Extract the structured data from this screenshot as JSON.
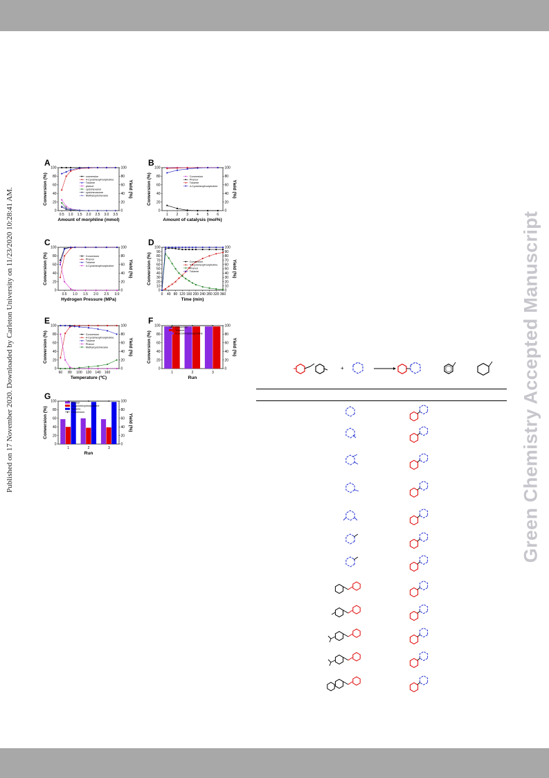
{
  "side_text": "Published on 17 November 2020. Downloaded by Carleton University on 11/23/2020 10:28:41 AM.",
  "watermark": "Green Chemistry Accepted Manuscript",
  "panels": [
    {
      "label": "A",
      "xlabel": "Amount of morphline (mmol)",
      "ylabel_left": "Conversion (%)",
      "ylabel_right": "Yield (%)",
      "xticks": [
        "0.5",
        "1.0",
        "1.5",
        "2.0",
        "2.5",
        "3.0",
        "3.5"
      ],
      "yticks": [
        "0",
        "20",
        "40",
        "60",
        "80",
        "100"
      ],
      "legend": [
        "conversion",
        "4-Cyclohexylmorpholine",
        "Toluene",
        "phenol",
        "cyclohexanol",
        "cyclohexanone",
        "Methylcyclohexane"
      ]
    },
    {
      "label": "B",
      "xlabel": "Amount of catalysis (mol%)",
      "ylabel_left": "Conversion (%)",
      "ylabel_right": "Yield (%)",
      "xticks": [
        "1",
        "2",
        "3",
        "4",
        "5",
        "6"
      ],
      "yticks": [
        "0",
        "20",
        "40",
        "60",
        "80",
        "100"
      ],
      "legend": [
        "Conversion",
        "Phenol",
        "Toluene",
        "4-Cyclohexylmorpholine"
      ]
    },
    {
      "label": "C",
      "xlabel": "Hydrogen Pressure (MPa)",
      "ylabel_left": "Conversion (%)",
      "ylabel_right": "Yield (%)",
      "xticks": [
        "0.5",
        "1.0",
        "1.5",
        "2.0",
        "2.5",
        "3.0"
      ],
      "yticks": [
        "0",
        "20",
        "40",
        "60",
        "80",
        "100"
      ],
      "legend": [
        "Conversion",
        "Phenol",
        "Toluene",
        "4-Cyclohexylmorpholine"
      ]
    },
    {
      "label": "D",
      "xlabel": "Time (min)",
      "ylabel_left": "Conversion (%)",
      "ylabel_right": "Yield (%)",
      "xticks": [
        "0",
        "40",
        "80",
        "120",
        "160",
        "200",
        "240",
        "280",
        "320",
        "360"
      ],
      "yticks": [
        "0",
        "10",
        "20",
        "30",
        "40",
        "50",
        "60",
        "70",
        "80",
        "90",
        "100"
      ],
      "legend": [
        "Conversion",
        "4-Cyclohexylmorpholine",
        "Phenol",
        "Toluene"
      ]
    },
    {
      "label": "E",
      "xlabel": "Temperature (℃)",
      "ylabel_left": "Conversion (%)",
      "ylabel_right": "Yield (%)",
      "xticks": [
        "60",
        "80",
        "100",
        "120",
        "140",
        "160"
      ],
      "yticks": [
        "0",
        "20",
        "40",
        "60",
        "80",
        "100"
      ],
      "legend": [
        "Conversion",
        "4-Cyclohexylmorpholine",
        "Toluene",
        "Phenol",
        "Methylcyclohexane"
      ]
    },
    {
      "label": "F",
      "xlabel": "Run",
      "ylabel_left": "Conversion (%)",
      "ylabel_right": "Yield (%)",
      "xticks": [
        "1",
        "2",
        "3"
      ],
      "yticks": [
        "0",
        "20",
        "40",
        "60",
        "80",
        "100"
      ],
      "legend": [
        "conversion",
        "Toluene",
        "4-cyclohexylmorpholine"
      ]
    },
    {
      "label": "G",
      "xlabel": "Run",
      "ylabel_left": "Conversion (%)",
      "ylabel_right": "Yield (%)",
      "xticks": [
        "1",
        "2",
        "3"
      ],
      "yticks": [
        "0",
        "20",
        "40",
        "60",
        "80",
        "100"
      ],
      "legend": [
        "Phenol",
        "4-Cyclohexylmorpholine",
        "Toluene",
        "Conversion"
      ]
    }
  ],
  "chart_data": [
    {
      "type": "line",
      "x": [
        0.5,
        0.75,
        1.0,
        1.5,
        2.0,
        2.5,
        3.0,
        3.5
      ],
      "xlim": [
        0.3,
        3.7
      ],
      "ylim": [
        0,
        100
      ],
      "series": [
        {
          "name": "conversion",
          "color": "#000000",
          "values": [
            100,
            100,
            100,
            100,
            100,
            100,
            100,
            100
          ]
        },
        {
          "name": "4-Cyclohexylmorpholine",
          "color": "#d02020",
          "values": [
            48,
            80,
            92,
            98,
            99,
            100,
            100,
            100
          ]
        },
        {
          "name": "Toluene",
          "color": "#2020c0",
          "values": [
            86,
            90,
            95,
            99,
            100,
            100,
            100,
            100
          ]
        },
        {
          "name": "phenol",
          "color": "#d040d0",
          "values": [
            25,
            10,
            4,
            1,
            0,
            0,
            0,
            0
          ]
        },
        {
          "name": "cyclohexanol",
          "color": "#208020",
          "values": [
            18,
            6,
            2,
            0,
            0,
            0,
            0,
            0
          ]
        },
        {
          "name": "cyclohexanone",
          "color": "#303060",
          "values": [
            8,
            3,
            1,
            0,
            0,
            0,
            0,
            0
          ]
        },
        {
          "name": "Methylcyclohexane",
          "color": "#6060c0",
          "values": [
            10,
            5,
            3,
            1,
            0,
            0,
            0,
            0
          ]
        }
      ]
    },
    {
      "type": "line",
      "x": [
        1,
        2,
        3,
        4,
        5,
        6
      ],
      "xlim": [
        0.5,
        6.5
      ],
      "ylim": [
        0,
        100
      ],
      "series": [
        {
          "name": "Conversion",
          "color": "#d040d0",
          "values": [
            100,
            100,
            100,
            100,
            100,
            100
          ]
        },
        {
          "name": "Phenol",
          "color": "#000000",
          "values": [
            12,
            5,
            1,
            0,
            0,
            0
          ]
        },
        {
          "name": "Toluene",
          "color": "#d02020",
          "values": [
            98,
            99,
            100,
            100,
            100,
            100
          ]
        },
        {
          "name": "4-Cyclohexylmorpholine",
          "color": "#2020c0",
          "values": [
            88,
            94,
            97,
            99,
            100,
            100
          ]
        }
      ]
    },
    {
      "type": "line",
      "x": [
        0.3,
        0.5,
        0.8,
        1.0,
        1.5,
        2.0,
        2.5,
        3.0
      ],
      "xlim": [
        0.2,
        3.1
      ],
      "ylim": [
        0,
        100
      ],
      "series": [
        {
          "name": "Conversion",
          "color": "#000000",
          "values": [
            70,
            97,
            100,
            100,
            100,
            100,
            100,
            100
          ]
        },
        {
          "name": "Phenol",
          "color": "#d02020",
          "values": [
            30,
            80,
            98,
            100,
            100,
            100,
            100,
            100
          ]
        },
        {
          "name": "Toluene",
          "color": "#2020c0",
          "values": [
            60,
            96,
            100,
            100,
            100,
            100,
            100,
            100
          ]
        },
        {
          "name": "4-Cyclohexylmorpholine",
          "color": "#d040d0",
          "values": [
            65,
            20,
            3,
            0,
            0,
            0,
            0,
            0
          ]
        }
      ]
    },
    {
      "type": "line",
      "x": [
        0,
        20,
        40,
        60,
        80,
        100,
        120,
        140,
        160,
        180,
        200,
        240,
        280,
        320,
        360
      ],
      "xlim": [
        0,
        360
      ],
      "ylim": [
        0,
        100
      ],
      "series": [
        {
          "name": "Conversion",
          "color": "#000000",
          "values": [
            0,
            96,
            98,
            98,
            97,
            96,
            95,
            95,
            95,
            95,
            95,
            95,
            95,
            95,
            95
          ]
        },
        {
          "name": "4-Cyclohexylmorpholine",
          "color": "#d02020",
          "values": [
            0,
            3,
            9,
            14,
            20,
            28,
            35,
            43,
            52,
            60,
            66,
            74,
            80,
            85,
            88
          ]
        },
        {
          "name": "Phenol",
          "color": "#208020",
          "values": [
            0,
            85,
            75,
            62,
            50,
            40,
            33,
            27,
            22,
            17,
            13,
            8,
            5,
            3,
            2
          ]
        },
        {
          "name": "Toluene",
          "color": "#2020c0",
          "values": [
            0,
            100,
            100,
            100,
            100,
            100,
            100,
            100,
            100,
            100,
            100,
            100,
            100,
            100,
            100
          ]
        }
      ]
    },
    {
      "type": "line",
      "x": [
        60,
        70,
        80,
        90,
        100,
        120,
        140,
        160,
        180
      ],
      "xlim": [
        55,
        185
      ],
      "ylim": [
        0,
        100
      ],
      "series": [
        {
          "name": "Conversion",
          "color": "#000000",
          "values": [
            100,
            100,
            100,
            100,
            100,
            100,
            100,
            100,
            100
          ]
        },
        {
          "name": "4-Cyclohexylmorpholine",
          "color": "#d02020",
          "values": [
            25,
            82,
            97,
            100,
            100,
            100,
            100,
            100,
            100
          ]
        },
        {
          "name": "Toluene",
          "color": "#2020c0",
          "values": [
            100,
            100,
            99,
            98,
            97,
            95,
            92,
            88,
            80
          ]
        },
        {
          "name": "Phenol",
          "color": "#d040d0",
          "values": [
            80,
            20,
            3,
            0,
            0,
            0,
            0,
            0,
            0
          ]
        },
        {
          "name": "Methylcyclohexane",
          "color": "#208020",
          "values": [
            0,
            0,
            0,
            0,
            2,
            4,
            6,
            10,
            20
          ]
        }
      ]
    },
    {
      "type": "bar",
      "categories": [
        "1",
        "2",
        "3"
      ],
      "ylim": [
        0,
        100
      ],
      "series": [
        {
          "name": "4-cyclohexylmorpholine",
          "color": "#8a2be2",
          "values": [
            98,
            98,
            98
          ]
        },
        {
          "name": "Toluene",
          "color": "#e00000",
          "values": [
            98,
            98,
            98
          ]
        }
      ],
      "line": {
        "name": "conversion",
        "color": "#000000",
        "values": [
          100,
          100,
          100
        ]
      }
    },
    {
      "type": "bar",
      "categories": [
        "1",
        "2",
        "3"
      ],
      "ylim": [
        0,
        100
      ],
      "series": [
        {
          "name": "Phenol",
          "color": "#8a2be2",
          "values": [
            58,
            60,
            58
          ]
        },
        {
          "name": "4-Cyclohexylmorpholine",
          "color": "#e00000",
          "values": [
            40,
            38,
            39
          ]
        },
        {
          "name": "Toluene",
          "color": "#0000ee",
          "values": [
            98,
            98,
            98
          ]
        }
      ],
      "line": {
        "name": "Conversion",
        "color": "#000000",
        "values": [
          100,
          100,
          100
        ]
      }
    }
  ]
}
